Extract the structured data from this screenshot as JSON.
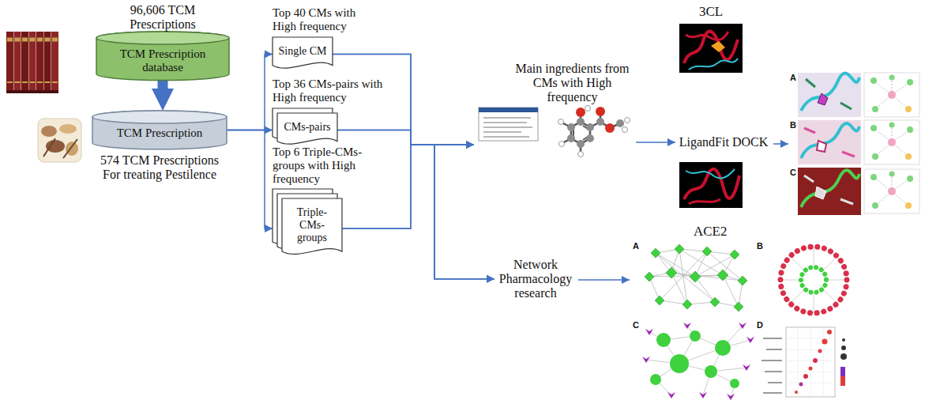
{
  "diagram": {
    "nodes": [
      {
        "text": [
          "96,606 TCM Prescriptions",
          "TCM Prescription database"
        ]
      },
      {
        "text": [
          "TCM Prescription",
          "574 TCM Prescriptions For treating Pestilence"
        ]
      },
      {
        "text": [
          "Top 40 CMs with High frequency",
          "Single CM"
        ]
      },
      {
        "text": [
          "Top 36 CMs-pairs with High frequency",
          "CMs-pairs"
        ]
      },
      {
        "text": [
          "Top 6 Triple-CMs-groups with High frequency",
          "Triple-CMs-groups"
        ]
      },
      {
        "text": [
          "Main ingredients from CMs with High frequency"
        ]
      },
      {
        "text": [
          "LigandFit DOCK"
        ]
      },
      {
        "text": [
          "Network Pharmacology research"
        ]
      }
    ],
    "edges": [
      {
        "from": 0,
        "to": 1,
        "arrow": "to"
      },
      {
        "from": 1,
        "to": 2,
        "arrow": "to"
      },
      {
        "from": 1,
        "to": 3,
        "arrow": "to"
      },
      {
        "from": 1,
        "to": 4,
        "arrow": "to"
      },
      {
        "from": 2,
        "to": 5,
        "arrow": "to"
      },
      {
        "from": 3,
        "to": 5,
        "arrow": "to"
      },
      {
        "from": 4,
        "to": 5,
        "arrow": "to"
      },
      {
        "from": 2,
        "to": 7,
        "arrow": "to"
      },
      {
        "from": 3,
        "to": 7,
        "arrow": "to"
      },
      {
        "from": 4,
        "to": 7,
        "arrow": "to"
      },
      {
        "from": 5,
        "to": 6,
        "arrow": "to"
      }
    ],
    "labels": [
      "3CL",
      "ACE2",
      "A",
      "B",
      "C",
      "A",
      "B",
      "C",
      "D"
    ]
  }
}
